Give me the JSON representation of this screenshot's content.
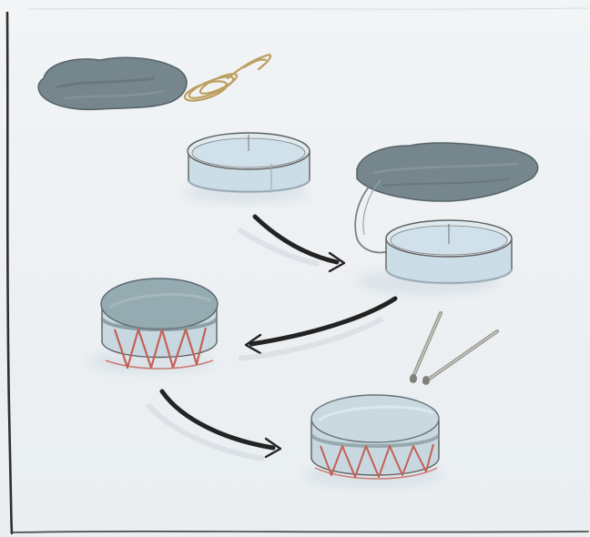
{
  "illustration": {
    "colors": {
      "paper": "#eef1f3",
      "pencil_line": "#3a3a3a",
      "arrow": "#151515",
      "hide_fill": "#6e7f86",
      "hide_dark": "#4f5f66",
      "hide_light": "#8a979c",
      "band_fill": "#cfe0ea",
      "band_shadow": "#a9bfcc",
      "drum_top": "#8fa6ad",
      "lacing": "#c0574b",
      "twine": "#b89a57",
      "stick": "#8f8f86"
    },
    "steps": [
      {
        "step": 1,
        "items": [
          "hide-piece",
          "twine-bundle"
        ]
      },
      {
        "step": 2,
        "items": [
          "wooden-hoop"
        ]
      },
      {
        "step": 3,
        "items": [
          "hide-over-hoop"
        ]
      },
      {
        "step": 4,
        "items": [
          "laced-drum",
          "drumsticks"
        ]
      },
      {
        "step": 5,
        "items": [
          "finished-drum"
        ]
      }
    ]
  }
}
